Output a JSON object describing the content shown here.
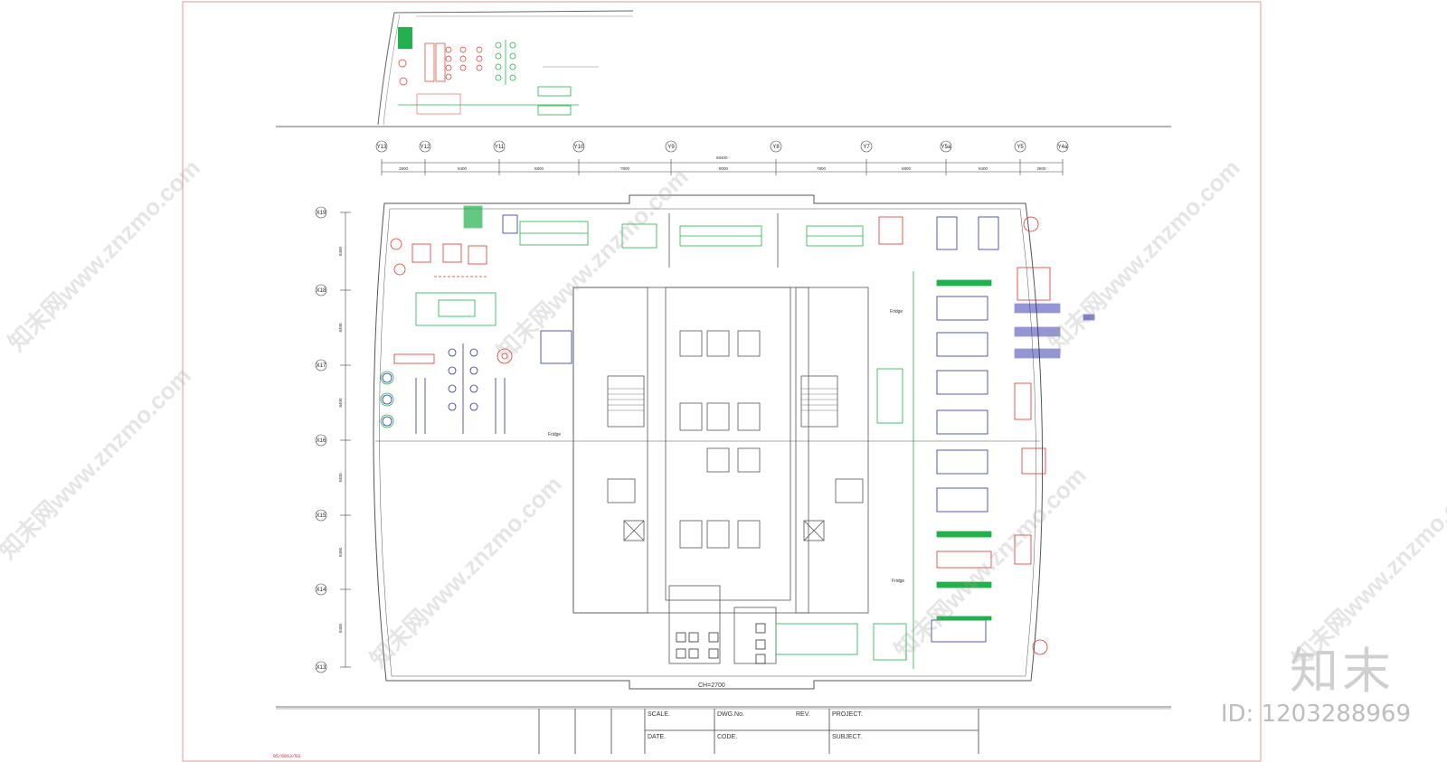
{
  "drawing": {
    "grid_top": [
      "Y13",
      "Y12",
      "Y11",
      "Y10",
      "Y9",
      "Y8",
      "Y7",
      "Y5a",
      "Y5",
      "Y4a"
    ],
    "grid_left": [
      "X19",
      "X18",
      "X17",
      "X16",
      "X15",
      "X14",
      "X13"
    ],
    "overall_dim": "58400",
    "bay_dims": [
      "2800",
      "6400",
      "6800",
      "7800",
      "8000",
      "7800",
      "6800",
      "6400",
      "2800"
    ],
    "left_dims": [
      "8400",
      "8400",
      "8400",
      "8400",
      "8400",
      "8400"
    ],
    "ceiling_note": "CH=2700",
    "room_labels": [
      "Fridge",
      "Fridge",
      "Fridge"
    ]
  },
  "title_block": {
    "scale": "SCALE.",
    "dwg_no": "DWG.No.",
    "rev": "REV.",
    "project": "PROJECT.",
    "date": "DATE.",
    "code": "CODE.",
    "subject": "SUBJECT.",
    "sheet_code": "05/6013/03"
  },
  "watermark": {
    "site": "知末网www.znzmo.com",
    "brand": "知末",
    "id": "ID: 1203288969"
  },
  "colors": {
    "wall": "#555555",
    "furniture_red": "#d9362b",
    "furniture_blue": "#2a2fa8",
    "furniture_green": "#22b14c",
    "sheet_border": "#e08080"
  }
}
